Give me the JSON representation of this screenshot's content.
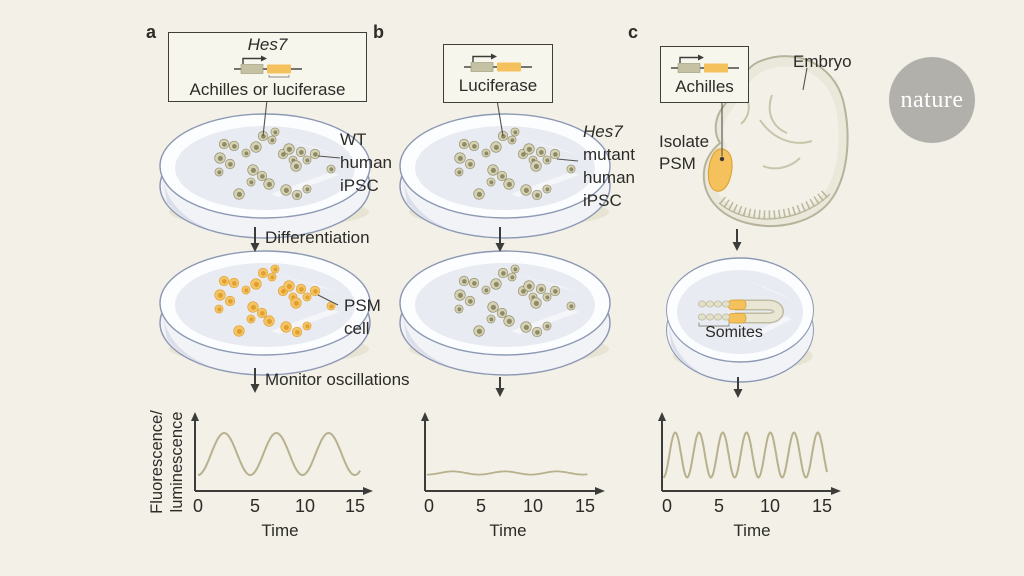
{
  "colors": {
    "background": "#f2f0e7",
    "ink": "#2c2b28",
    "construct_olive": "#c5c2a4",
    "construct_orange": "#f5c15c",
    "wave": "#b8b18e",
    "axis": "#3c3c3a",
    "dish_stroke": "#8d99b4",
    "dish_shadow": "#e7e4d3",
    "cell_olive_outer": "#d6d2b4",
    "cell_olive_inner": "#8e8a67",
    "cell_orange_outer": "#f4c568",
    "cell_orange_inner": "#e19f2b",
    "psm_orange": "#f6be50",
    "embryo_fill": "#eae8da",
    "embryo_stroke": "#b7b39a",
    "logo_bg": "#b2b0ab"
  },
  "logo": {
    "text": "nature"
  },
  "panels": {
    "a": {
      "letter": "a",
      "box": {
        "gene": "Hes7",
        "caption": "Achilles or luciferase"
      },
      "callout1": [
        "WT",
        "human",
        "iPSC"
      ],
      "step1": "Differentiation",
      "callout2": [
        "PSM",
        "cell"
      ],
      "step2": "Monitor oscillations"
    },
    "b": {
      "letter": "b",
      "box": {
        "caption": "Luciferase"
      },
      "callout1_gene": "Hes7",
      "callout1": [
        "mutant",
        "human",
        "iPSC"
      ]
    },
    "c": {
      "letter": "c",
      "box": {
        "caption": "Achilles"
      },
      "embryo_label": "Embryo",
      "isolate_label": [
        "Isolate",
        "PSM"
      ],
      "somites_label": "Somites"
    }
  },
  "chart_data": [
    {
      "panel": "a",
      "type": "line",
      "xlabel": "Time",
      "ylabel": "Fluorescence/luminescence",
      "ylabel_lines": [
        "Fluorescence/",
        "luminescence"
      ],
      "x_range": [
        0,
        15
      ],
      "x_ticks": [
        0,
        5,
        10,
        15
      ],
      "x_tick_labels": [
        "0",
        "5",
        "10",
        "15"
      ],
      "series": [
        {
          "name": "WT PSM cells",
          "pattern": "sine",
          "period": 5,
          "amplitude": "large",
          "cycles": 3.1
        }
      ],
      "description": "Sustained large-amplitude oscillations, period ~5"
    },
    {
      "panel": "b",
      "type": "line",
      "xlabel": "Time",
      "x_range": [
        0,
        15
      ],
      "x_ticks": [
        0,
        5,
        10,
        15
      ],
      "x_tick_labels": [
        "0",
        "5",
        "10",
        "15"
      ],
      "series": [
        {
          "name": "Hes7 mutant PSM cells",
          "pattern": "sine",
          "period": 5,
          "amplitude": "minimal",
          "cycles": 3
        }
      ],
      "description": "Flat trace, oscillations abolished"
    },
    {
      "panel": "c",
      "type": "line",
      "xlabel": "Time",
      "x_range": [
        0,
        15
      ],
      "x_ticks": [
        0,
        5,
        10,
        15
      ],
      "x_tick_labels": [
        "0",
        "5",
        "10",
        "15"
      ],
      "series": [
        {
          "name": "Embryo PSM explant",
          "pattern": "sine",
          "period": 2.3,
          "amplitude": "large",
          "cycles": 6.9
        }
      ],
      "description": "Fast sustained oscillations, period ~2.3"
    }
  ]
}
